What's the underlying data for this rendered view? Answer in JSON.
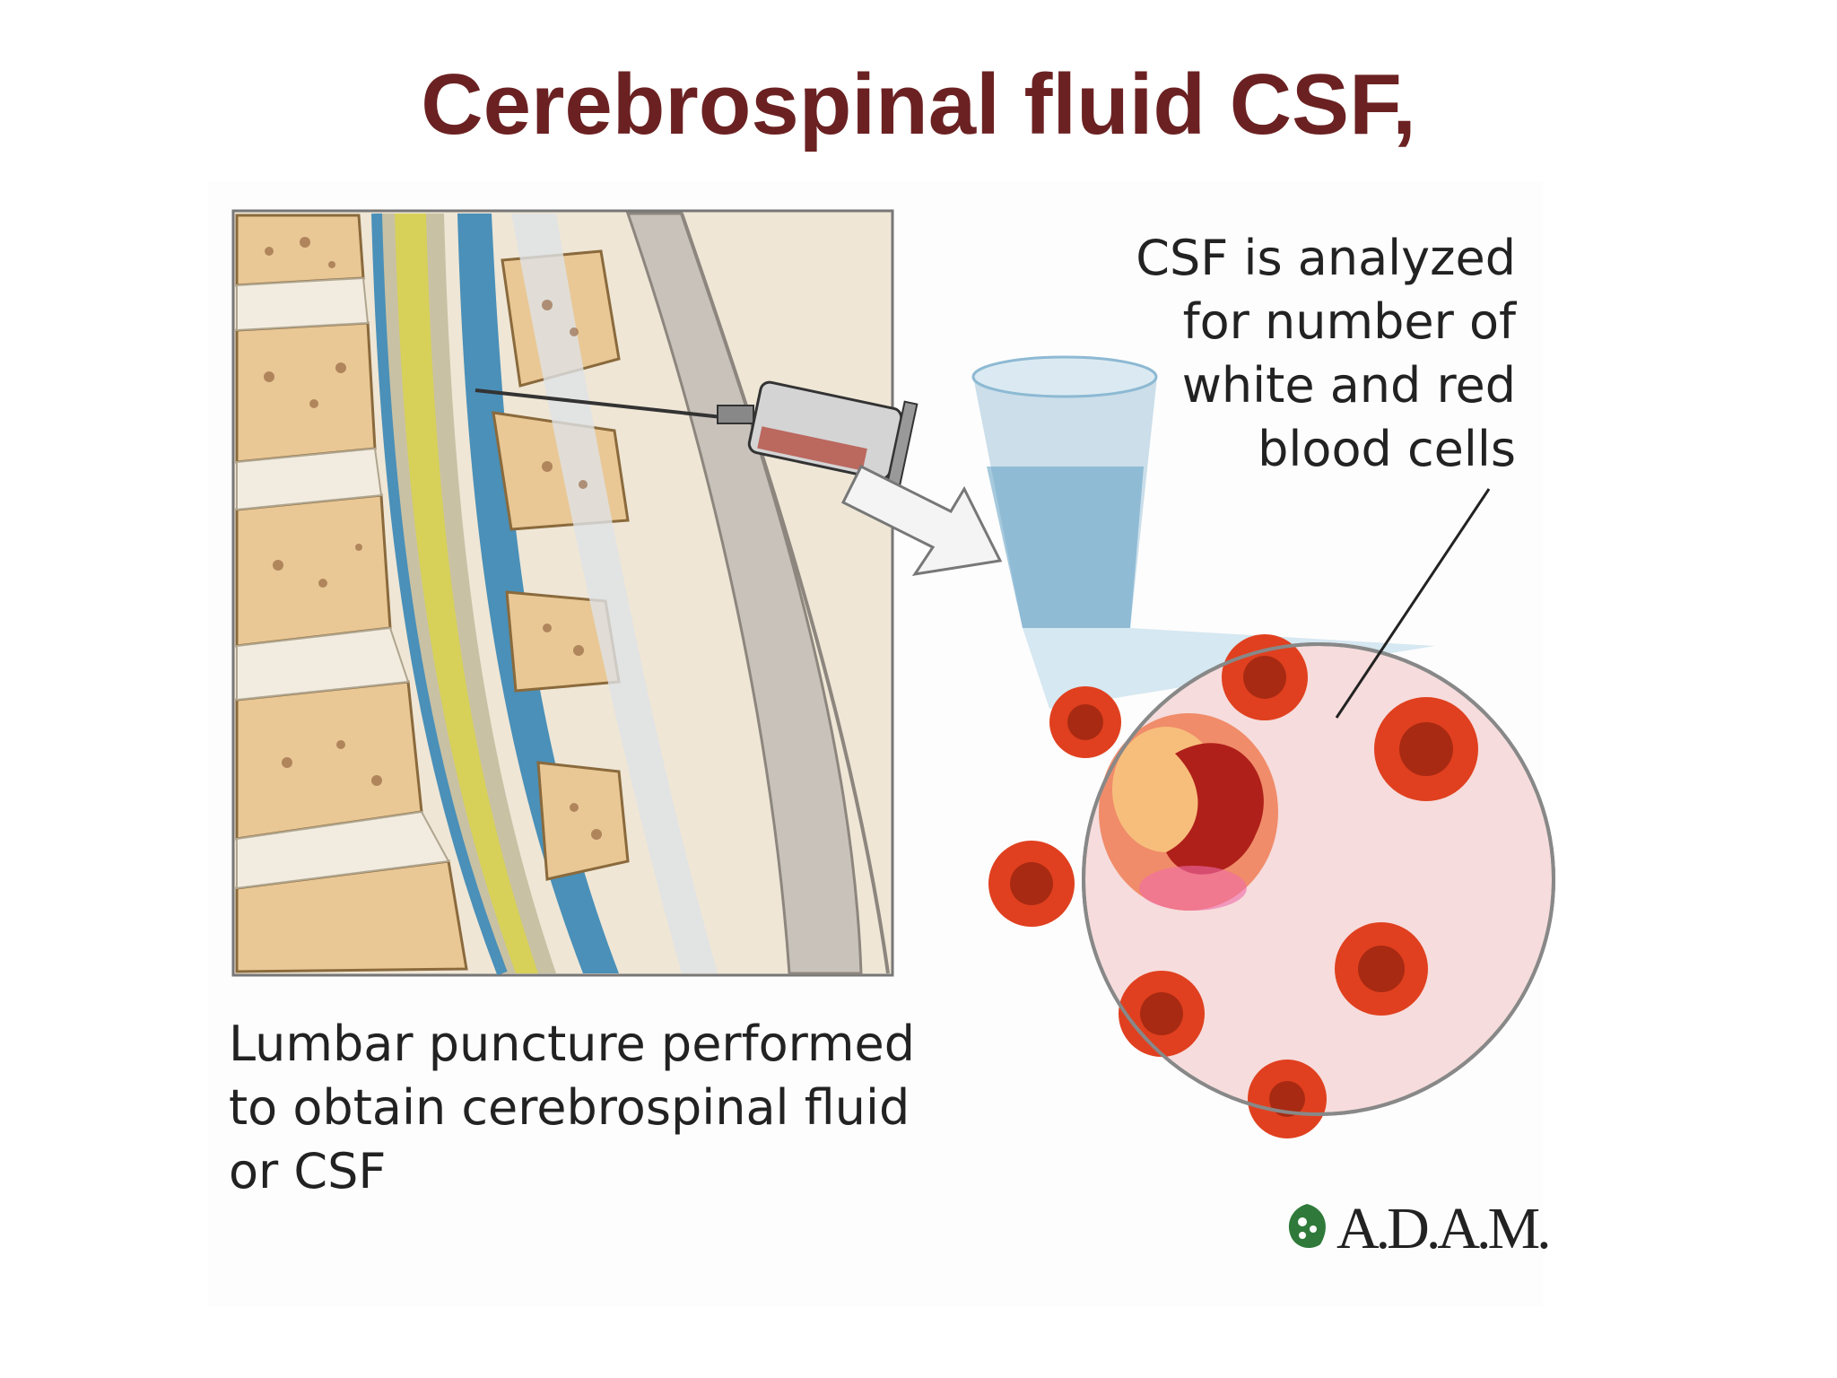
{
  "title": "Cerebrospinal fluid CSF,",
  "diagram": {
    "panel_left_label": "Lumbar puncture performed to obtain cerebrospinal fluid or CSF",
    "panel_left_lines": [
      "Lumbar puncture performed",
      "to obtain cerebrospinal fluid",
      "or CSF"
    ],
    "panel_right_lines": [
      "CSF is analyzed",
      "for number of",
      "white and red",
      "blood cells"
    ],
    "logo": "A.D.A.M."
  },
  "colors": {
    "title": "#6b2122",
    "bone": "#e9c896",
    "csf": "#4a90b8",
    "rbc": "#e0401f",
    "magnifier_bg": "#f6dcdc"
  },
  "icons": [
    "syringe-icon",
    "arrow-icon",
    "beaker-icon",
    "magnifier-icon",
    "leaf-logo-icon"
  ]
}
